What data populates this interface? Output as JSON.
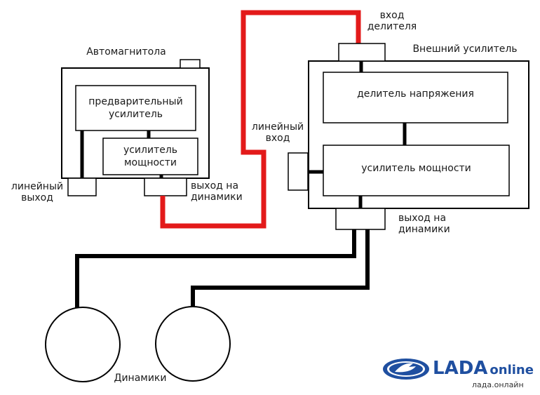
{
  "radio": {
    "title": "Автомагнитола",
    "preamp": "предварительный усилитель",
    "power_amp": "усилитель мощности",
    "line_out": "линейный выход",
    "speaker_out": "выход на динамики"
  },
  "external_amp": {
    "title": "Внешний усилитель",
    "divider_input": "вход делителя",
    "voltage_divider": "делитель напряжения",
    "line_in": "линейный вход",
    "power_amp": "усилитель мощности",
    "speaker_out": "выход на динамики"
  },
  "speakers": {
    "label": "Динамики"
  },
  "logo": {
    "brand": "LADA",
    "suffix": "online",
    "url": "лада.онлайн"
  },
  "colors": {
    "signal_wire": "#e31a1a",
    "wire": "#000000",
    "brand": "#1f4fa0"
  }
}
